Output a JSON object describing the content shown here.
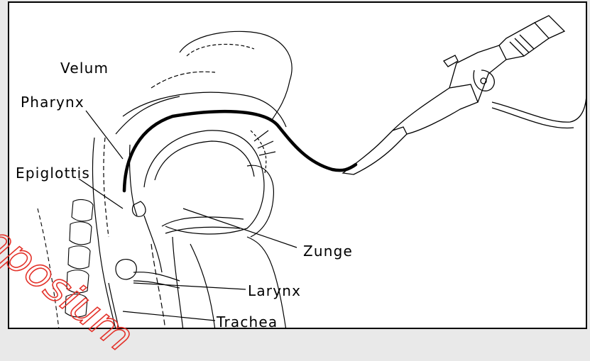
{
  "labels": {
    "velum": "Velum",
    "pharynx": "Pharynx",
    "epiglottis": "Epiglottis",
    "zunge": "Zunge",
    "larynx": "Larynx",
    "trachea": "Trachea"
  },
  "watermark": {
    "text": "mposium",
    "color": "#e3332b"
  },
  "colors": {
    "background": "#e9e9e9",
    "canvas": "#ffffff",
    "ink": "#000000"
  },
  "icons": [
    "endoscope-icon"
  ]
}
